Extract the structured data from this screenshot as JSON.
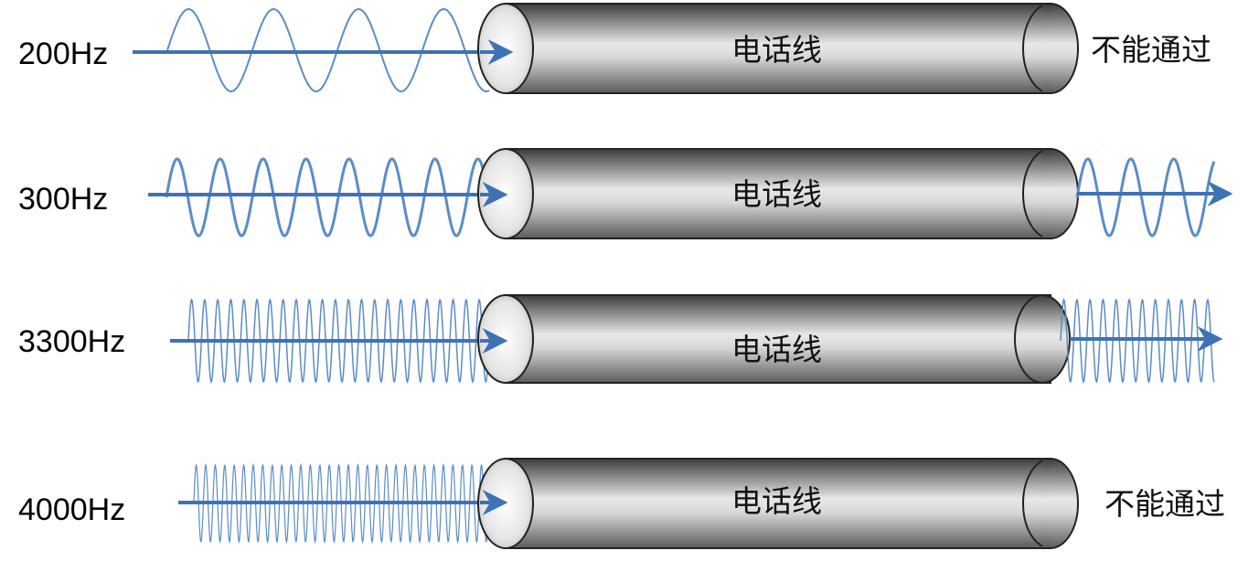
{
  "rows": [
    {
      "frequency_label": "200Hz",
      "cable_label": "电话线",
      "result_label": "不能通过",
      "passes": false
    },
    {
      "frequency_label": "300Hz",
      "cable_label": "电话线",
      "result_label": "",
      "passes": true
    },
    {
      "frequency_label": "3300Hz",
      "cable_label": "电话线",
      "result_label": "",
      "passes": true
    },
    {
      "frequency_label": "4000Hz",
      "cable_label": "电话线",
      "result_label": "不能通过",
      "passes": false
    }
  ],
  "colors": {
    "wave": "#5B8CC8",
    "arrow": "#3F72B5",
    "cable_dark": "#4a4a4a",
    "cable_light": "#e6e6e6",
    "cable_outline": "#222222"
  }
}
